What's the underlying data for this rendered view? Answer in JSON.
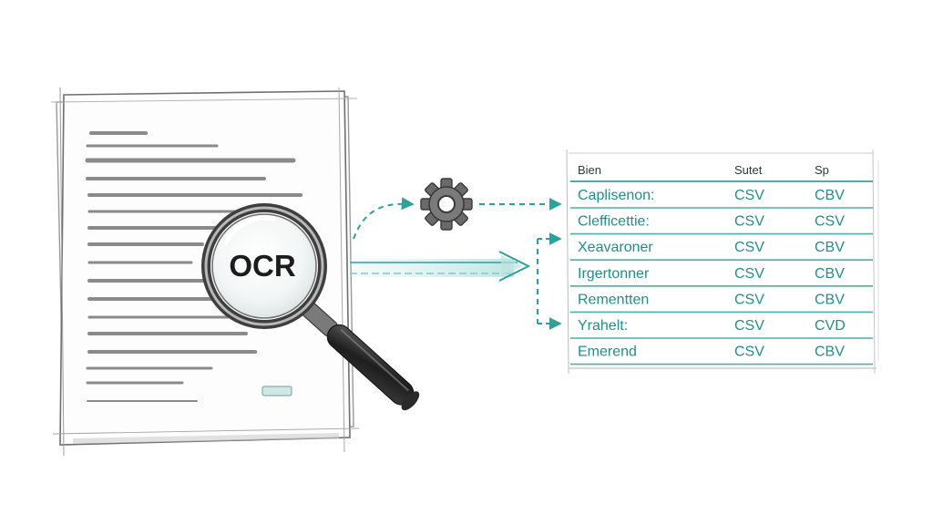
{
  "document": {
    "lens_label": "OCR"
  },
  "table": {
    "headers": [
      "Bien",
      "Sutet",
      "Sp"
    ],
    "rows": [
      [
        "Caplisenon:",
        "CSV",
        "CBV"
      ],
      [
        "Clefficettie:",
        "CSV",
        "CSV"
      ],
      [
        "Xeavaroner",
        "CSV",
        "CBV"
      ],
      [
        "Irgertonner",
        "CSV",
        "CBV"
      ],
      [
        "Rementten",
        "CSV",
        "CBV"
      ],
      [
        "Yrahelt:",
        "CSV",
        "CVD"
      ],
      [
        "Emerend",
        "CSV",
        "CBV"
      ]
    ]
  },
  "colors": {
    "accent_teal": "#2aa39c",
    "pencil_gray": "#8a8a8a",
    "ink_dark": "#222222"
  },
  "icons": {
    "processing": "gear-icon",
    "lens": "magnifier-icon"
  }
}
